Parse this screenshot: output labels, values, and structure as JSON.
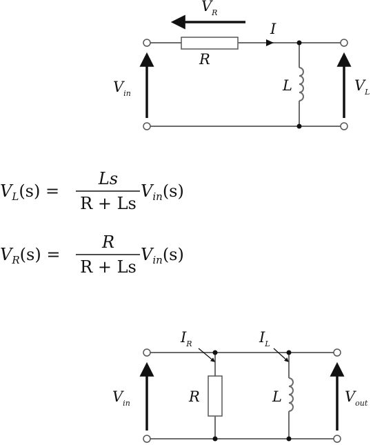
{
  "circuit1": {
    "vr": {
      "main": "V",
      "sub": "R"
    },
    "current": "I",
    "resistor": "R",
    "inductor": "L",
    "vin": {
      "main": "V",
      "sub": "in"
    },
    "vl": {
      "main": "V",
      "sub": "L"
    }
  },
  "equations": {
    "eq1": {
      "lhs": "V",
      "lhs_sub": "L",
      "lhs_arg": "(s) =",
      "num": "Ls",
      "den": "R + Ls",
      "rhs": "V",
      "rhs_sub": "in",
      "rhs_arg": "(s)"
    },
    "eq2": {
      "lhs": "V",
      "lhs_sub": "R",
      "lhs_arg": "(s) =",
      "num": "R",
      "den": "R + Ls",
      "rhs": "V",
      "rhs_sub": "in",
      "rhs_arg": "(s)"
    }
  },
  "circuit2": {
    "ir": {
      "main": "I",
      "sub": "R"
    },
    "il": {
      "main": "I",
      "sub": "L"
    },
    "resistor": "R",
    "inductor": "L",
    "vin": {
      "main": "V",
      "sub": "in"
    },
    "vout": {
      "main": "V",
      "sub": "out"
    }
  }
}
